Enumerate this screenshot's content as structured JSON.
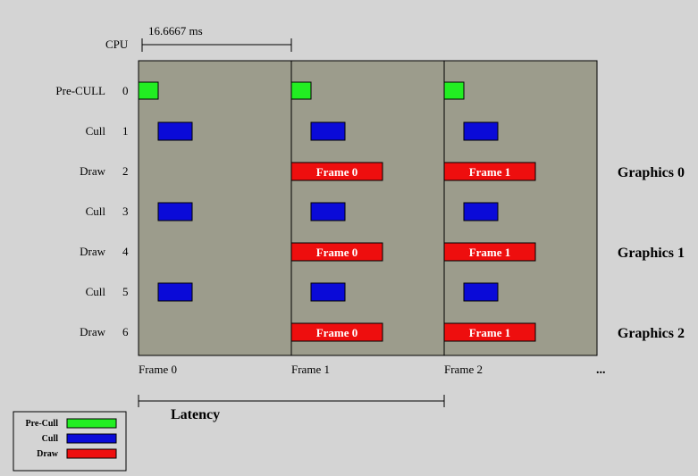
{
  "cpu_label": "CPU",
  "frame_period": "16.6667 ms",
  "rows": [
    {
      "name": "Pre-CULL",
      "index": "0",
      "kind": "precull"
    },
    {
      "name": "Cull",
      "index": "1",
      "kind": "cull"
    },
    {
      "name": "Draw",
      "index": "2",
      "kind": "draw"
    },
    {
      "name": "Cull",
      "index": "3",
      "kind": "cull"
    },
    {
      "name": "Draw",
      "index": "4",
      "kind": "draw"
    },
    {
      "name": "Cull",
      "index": "5",
      "kind": "cull"
    },
    {
      "name": "Draw",
      "index": "6",
      "kind": "draw"
    }
  ],
  "graphics_labels": [
    {
      "text": "Graphics 0",
      "row": 2
    },
    {
      "text": "Graphics 1",
      "row": 4
    },
    {
      "text": "Graphics 2",
      "row": 6
    }
  ],
  "frames": [
    "Frame 0",
    "Frame 1",
    "Frame 2"
  ],
  "ellipsis": "...",
  "draw_box_labels": [
    "Frame 0",
    "Frame 1"
  ],
  "latency_label": "Latency",
  "legend": [
    {
      "label": "Pre-Cull",
      "color": "#22ee22"
    },
    {
      "label": "Cull",
      "color": "#0a0ad8"
    },
    {
      "label": "Draw",
      "color": "#ee0e0e"
    }
  ],
  "colors": {
    "panel": "#9c9c8c",
    "precull": "#22ee22",
    "cull": "#0a0ad8",
    "draw": "#ee0e0e"
  }
}
